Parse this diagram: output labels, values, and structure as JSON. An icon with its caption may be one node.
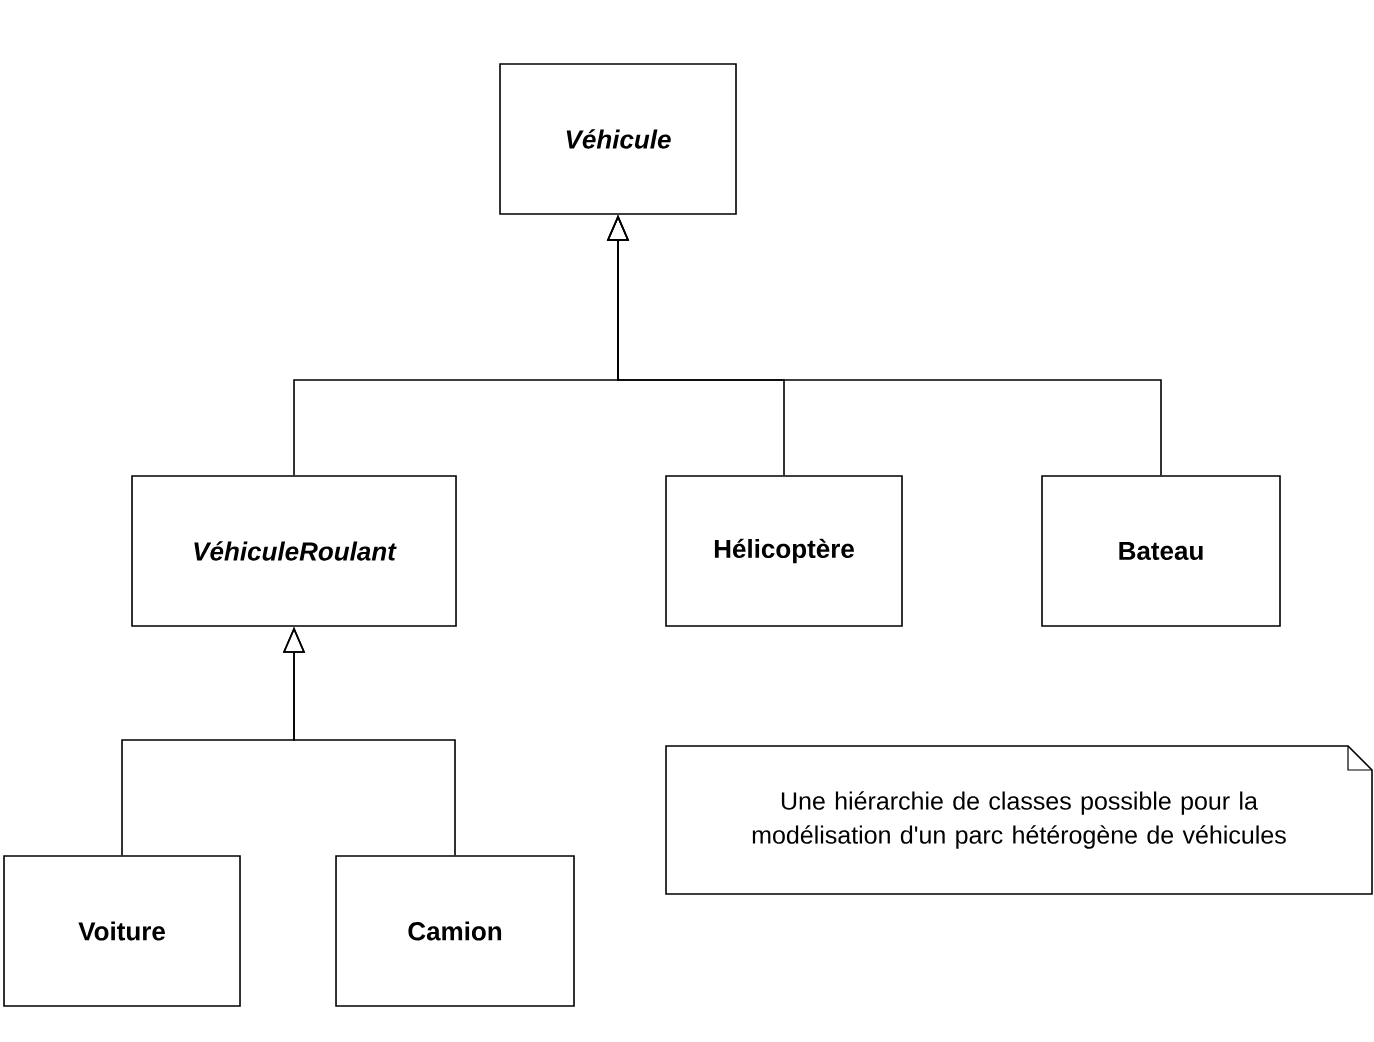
{
  "diagram": {
    "nodes": [
      {
        "text": [
          "Véhicule"
        ]
      },
      {
        "text": [
          "VéhiculeRoulant"
        ]
      },
      {
        "text": [
          "Hélicoptère"
        ]
      },
      {
        "text": [
          "Bateau"
        ]
      },
      {
        "text": [
          "Voiture"
        ]
      },
      {
        "text": [
          "Camion"
        ]
      },
      {
        "text": [
          "Une hiérarchie de classes possible pour la modélisation d'un parc hétérogène de véhicules"
        ]
      }
    ],
    "edges": [
      {
        "from": 1,
        "to": 0,
        "arrow": "to"
      },
      {
        "from": 2,
        "to": 0,
        "arrow": "to"
      },
      {
        "from": 3,
        "to": 0,
        "arrow": "to"
      },
      {
        "from": 4,
        "to": 1,
        "arrow": "to"
      },
      {
        "from": 5,
        "to": 1,
        "arrow": "to"
      }
    ]
  }
}
